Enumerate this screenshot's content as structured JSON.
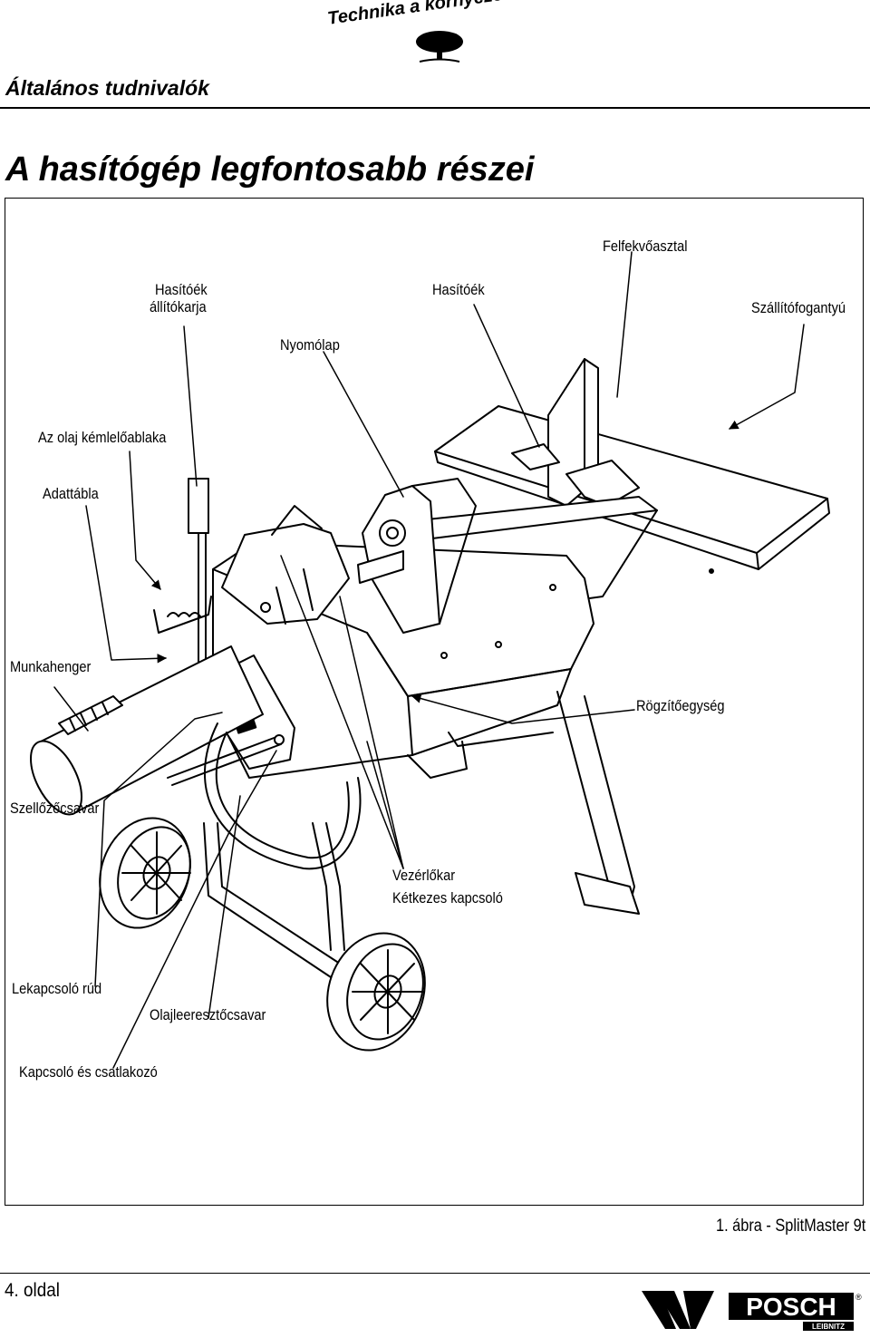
{
  "header": {
    "slogan": "Technika a környezetünkért",
    "section_title": "Általános tudnivalók"
  },
  "page_title": "A hasítógép legfontosabb részei",
  "diagram": {
    "labels": {
      "hasitoek_allitokarja_1": "Hasítóék",
      "hasitoek_allitokarja_2": "állítókarja",
      "nyomolap": "Nyomólap",
      "hasitoek": "Hasítóék",
      "felfekvoasztal": "Felfekvőasztal",
      "szallitofogantyu": "Szállítófogantyú",
      "olaj_kemlelo": "Az olaj kémlelőablaka",
      "adattabla": "Adattábla",
      "munkahenger": "Munkahenger",
      "rogzitoegyseg": "Rögzítőegység",
      "szellozocsavar": "Szellőzőcsavar",
      "vezerlokar": "Vezérlőkar",
      "ketkezes_kapcsolo": "Kétkezes kapcsoló",
      "lekapcsolo_rud": "Lekapcsoló rúd",
      "olajleereszto": "Olajleeresztőcsavar",
      "kapcsolo_csatlakozo": "Kapcsoló és csatlakozó"
    }
  },
  "caption": "1. ábra - SplitMaster 9t",
  "footer": {
    "page_number": "4. oldal",
    "brand": "POSCH",
    "brand_sub": "LEIBNITZ"
  }
}
